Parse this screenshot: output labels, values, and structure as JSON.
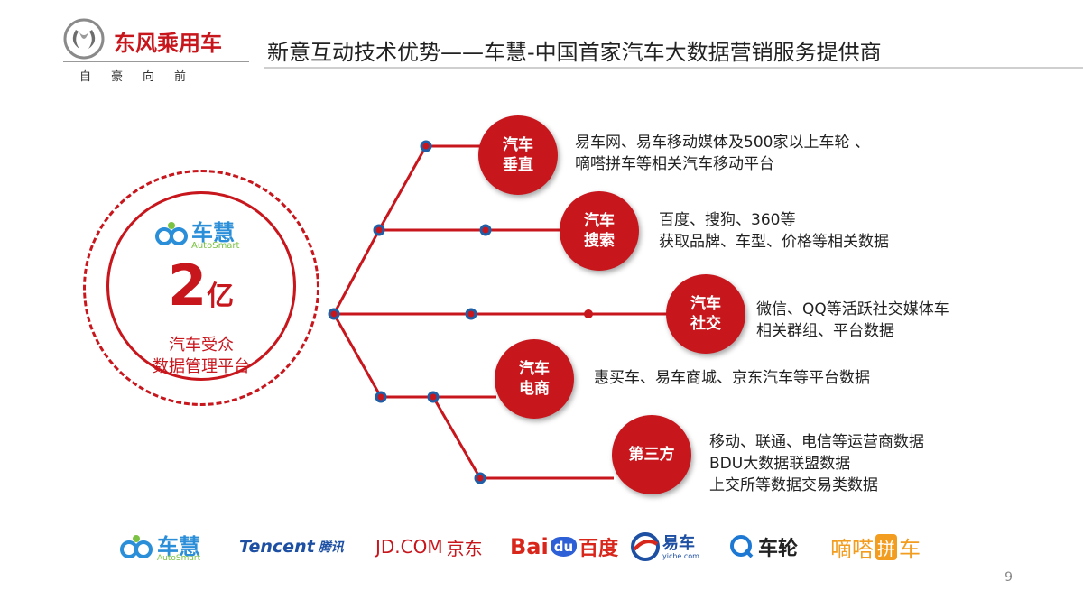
{
  "header": {
    "brand": "东风乘用车",
    "slogan": "自豪向前",
    "title": "新意互动技术优势——车慧-中国首家汽车大数据营销服务提供商"
  },
  "platform": {
    "logo_cn": "车慧",
    "logo_en": "AutoSmart",
    "count": "2",
    "unit": "亿",
    "desc_line1": "汽车受众",
    "desc_line2": "数据管理平台"
  },
  "branches": [
    {
      "node": "汽车垂直",
      "lines": [
        "易车网、易车移动媒体及500家以上车轮 、",
        "嘀嗒拼车等相关汽车移动平台"
      ]
    },
    {
      "node": "汽车搜索",
      "lines": [
        "百度、搜狗、360等",
        "获取品牌、车型、价格等相关数据"
      ]
    },
    {
      "node": "汽车社交",
      "lines": [
        "微信、QQ等活跃社交媒体车",
        "相关群组、平台数据"
      ]
    },
    {
      "node": "汽车电商",
      "lines": [
        "惠买车、易车商城、京东汽车等平台数据"
      ]
    },
    {
      "node": "第三方",
      "lines": [
        "移动、联通、电信等运营商数据",
        "BDU大数据联盟数据",
        "上交所等数据交易类数据"
      ]
    }
  ],
  "partners": {
    "autosmart_cn": "车慧",
    "autosmart_en": "AutoSmart",
    "tencent_en": "Tencent",
    "tencent_cn": "腾讯",
    "jd_en": "JD.COM",
    "jd_cn": "京东",
    "baidu_a": "Bai",
    "baidu_du": "du",
    "baidu_cn": "百度",
    "yiche_cn": "易车",
    "yiche_url": "yiche.com",
    "chelun_cn": "车轮",
    "didapinche_a": "嘀嗒",
    "didapinche_b": "拼",
    "didapinche_c": "车"
  },
  "page_number": "9",
  "colors": {
    "accent": "#c8161d",
    "node_dot": "#1f5fa8"
  }
}
